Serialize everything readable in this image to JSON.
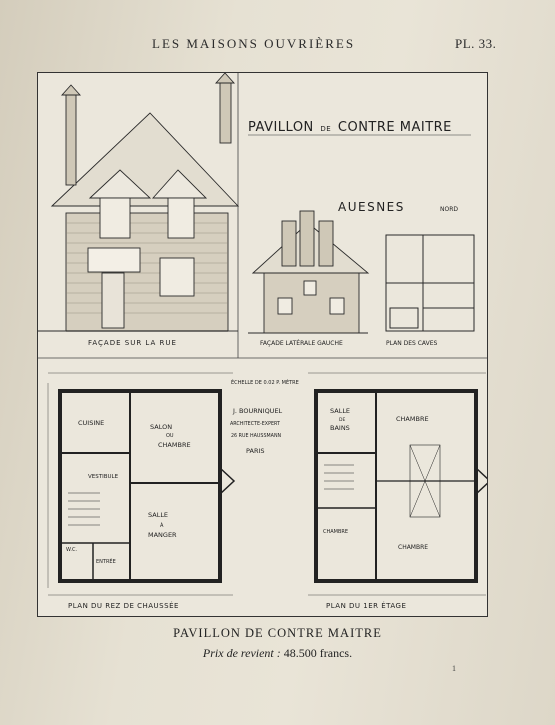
{
  "header": {
    "title": "LES MAISONS OUVRIÈRES",
    "plate_number": "PL. 33."
  },
  "plate": {
    "title_main": "PAVILLON",
    "title_de": "DE",
    "title_rest": "CONTRE MAITRE",
    "location": "AUESNES",
    "region": "NORD",
    "elevation_street": "FAÇADE SUR LA RUE",
    "elevation_side": "FAÇADE LATÉRALE GAUCHE",
    "plan_cellar": "PLAN DES CAVES",
    "scale_note": "ÉCHELLE DE 0.02 P. MÈTRE",
    "architect": [
      "J. BOURNIQUEL",
      "ARCHITECTE-EXPERT",
      "26 RUE HAUSSMANN",
      "PARIS"
    ],
    "ground_floor": {
      "label": "PLAN DU REZ DE CHAUSSÉE",
      "rooms": [
        "CUISINE",
        "SALON",
        "OU",
        "CHAMBRE",
        "VESTIBULE",
        "SALLE",
        "À",
        "MANGER",
        "W.C.",
        "ENTRÉE"
      ]
    },
    "first_floor": {
      "label": "PLAN DU 1ER ÉTAGE",
      "rooms": [
        "SALLE",
        "DE",
        "BAINS",
        "CHAMBRE",
        "CHAMBRE",
        "CHAMBRE"
      ]
    }
  },
  "caption": {
    "title": "PAVILLON DE CONTRE MAITRE",
    "price_label": "Prix de revient :",
    "price_value": "48.500 francs."
  },
  "page_number": "1"
}
